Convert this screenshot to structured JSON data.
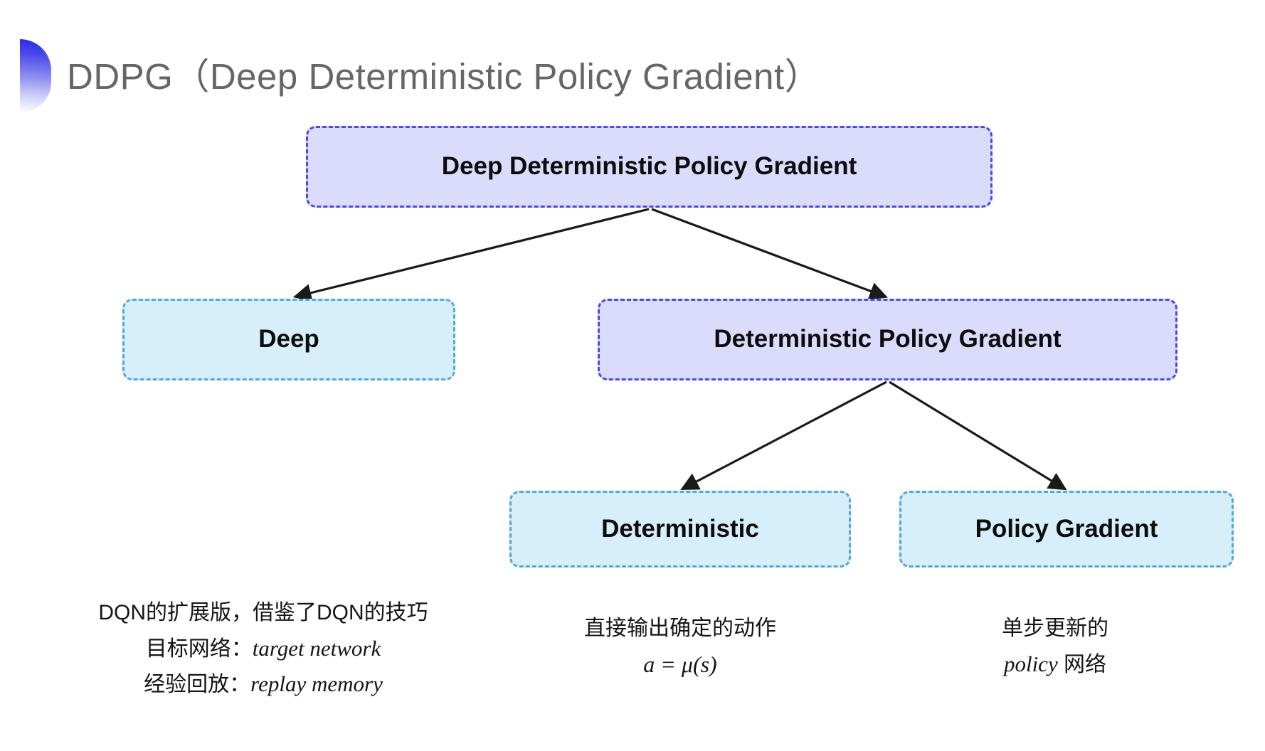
{
  "slide": {
    "title": "DDPG（Deep Deterministic Policy Gradient）",
    "bullet_icon": "half-circle-gradient-icon",
    "background_color": "#ffffff"
  },
  "colors": {
    "purple_fill": "#dbdbfb",
    "purple_border": "#4a4ae4",
    "cyan_fill": "#d7eefb",
    "cyan_border": "#56a6de",
    "title_text": "#666666",
    "arrow": "#1a1a1a"
  },
  "diagram": {
    "type": "tree",
    "nodes": {
      "root": {
        "label": "Deep Deterministic Policy Gradient",
        "style": "purple"
      },
      "deep": {
        "label": "Deep",
        "style": "cyan"
      },
      "dpg": {
        "label": "Deterministic Policy Gradient",
        "style": "purple"
      },
      "deterministic": {
        "label": "Deterministic",
        "style": "cyan"
      },
      "policy_gradient": {
        "label": "Policy Gradient",
        "style": "cyan"
      }
    },
    "edges": [
      {
        "from": "root",
        "to": "deep"
      },
      {
        "from": "root",
        "to": "dpg"
      },
      {
        "from": "dpg",
        "to": "deterministic"
      },
      {
        "from": "dpg",
        "to": "policy_gradient"
      }
    ]
  },
  "notes": {
    "deep": {
      "line1": "DQN的扩展版，借鉴了DQN的技巧",
      "line2_label": "目标网络：",
      "line2_term": "target network",
      "line3_label": "经验回放：",
      "line3_term": "replay memory"
    },
    "deterministic": {
      "line1": "直接输出确定的动作",
      "formula": "a = μ(s)"
    },
    "policy_gradient": {
      "line1": "单步更新的",
      "line2_term": "policy",
      "line2_suffix": " 网络"
    }
  }
}
